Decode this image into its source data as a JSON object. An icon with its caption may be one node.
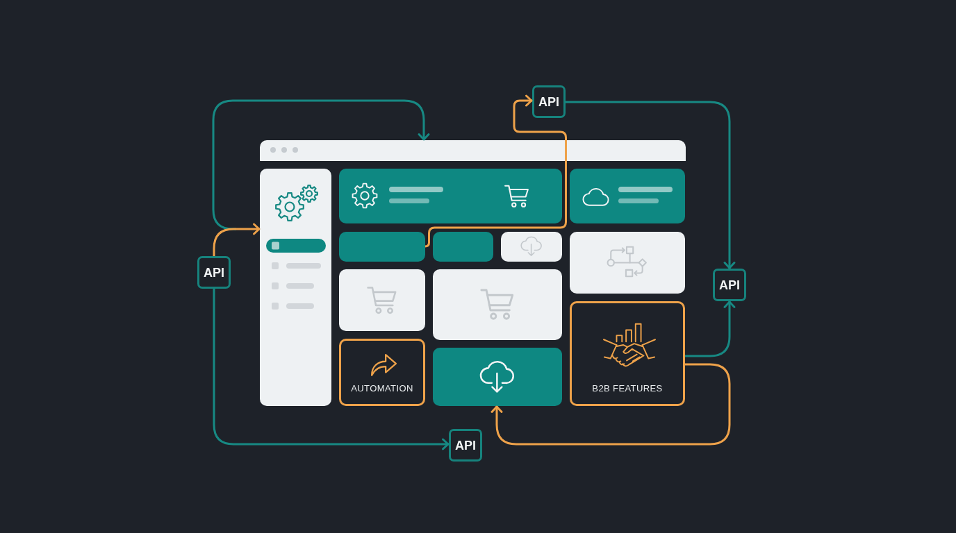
{
  "diagram": {
    "nodes": [
      {
        "text": [
          "API"
        ]
      },
      {
        "text": [],
        "shape": "box"
      },
      {
        "text": [],
        "shape": "box",
        "in": 1
      },
      {
        "text": [],
        "shape": "box",
        "in": 1
      },
      {
        "text": [],
        "shape": "box",
        "in": 1
      },
      {
        "text": [],
        "shape": "box",
        "in": 1
      },
      {
        "text": [],
        "shape": "box",
        "in": 1
      },
      {
        "text": [],
        "shape": "box",
        "in": 1
      },
      {
        "text": [],
        "shape": "box",
        "in": 1
      },
      {
        "text": [
          "API"
        ]
      },
      {
        "text": [
          "API"
        ]
      },
      {
        "text": [],
        "shape": "box",
        "in": 1
      },
      {
        "text": [],
        "shape": "box",
        "in": 1
      },
      {
        "text": [
          "AUTOMATION"
        ],
        "in": 1
      },
      {
        "text": [],
        "shape": "box",
        "in": 1
      },
      {
        "text": [
          "B2B FEATURES"
        ],
        "in": 1
      },
      {
        "text": [
          "API"
        ]
      }
    ],
    "edges": [
      {
        "from": null,
        "to": 1,
        "arrow": "to"
      },
      {
        "from": 9,
        "to": 2,
        "arrow": "to",
        "color": "#eea24a"
      },
      {
        "from": 9,
        "to": 16,
        "arrow": "to"
      },
      {
        "from": 5,
        "to": 0,
        "arrow": "to",
        "color": "#eea24a"
      },
      {
        "from": 0,
        "to": 10,
        "arrow": "to"
      },
      {
        "from": 15,
        "to": 10,
        "arrow": "to"
      },
      {
        "from": 15,
        "to": 14,
        "arrow": "to",
        "color": "#eea24a"
      }
    ]
  }
}
